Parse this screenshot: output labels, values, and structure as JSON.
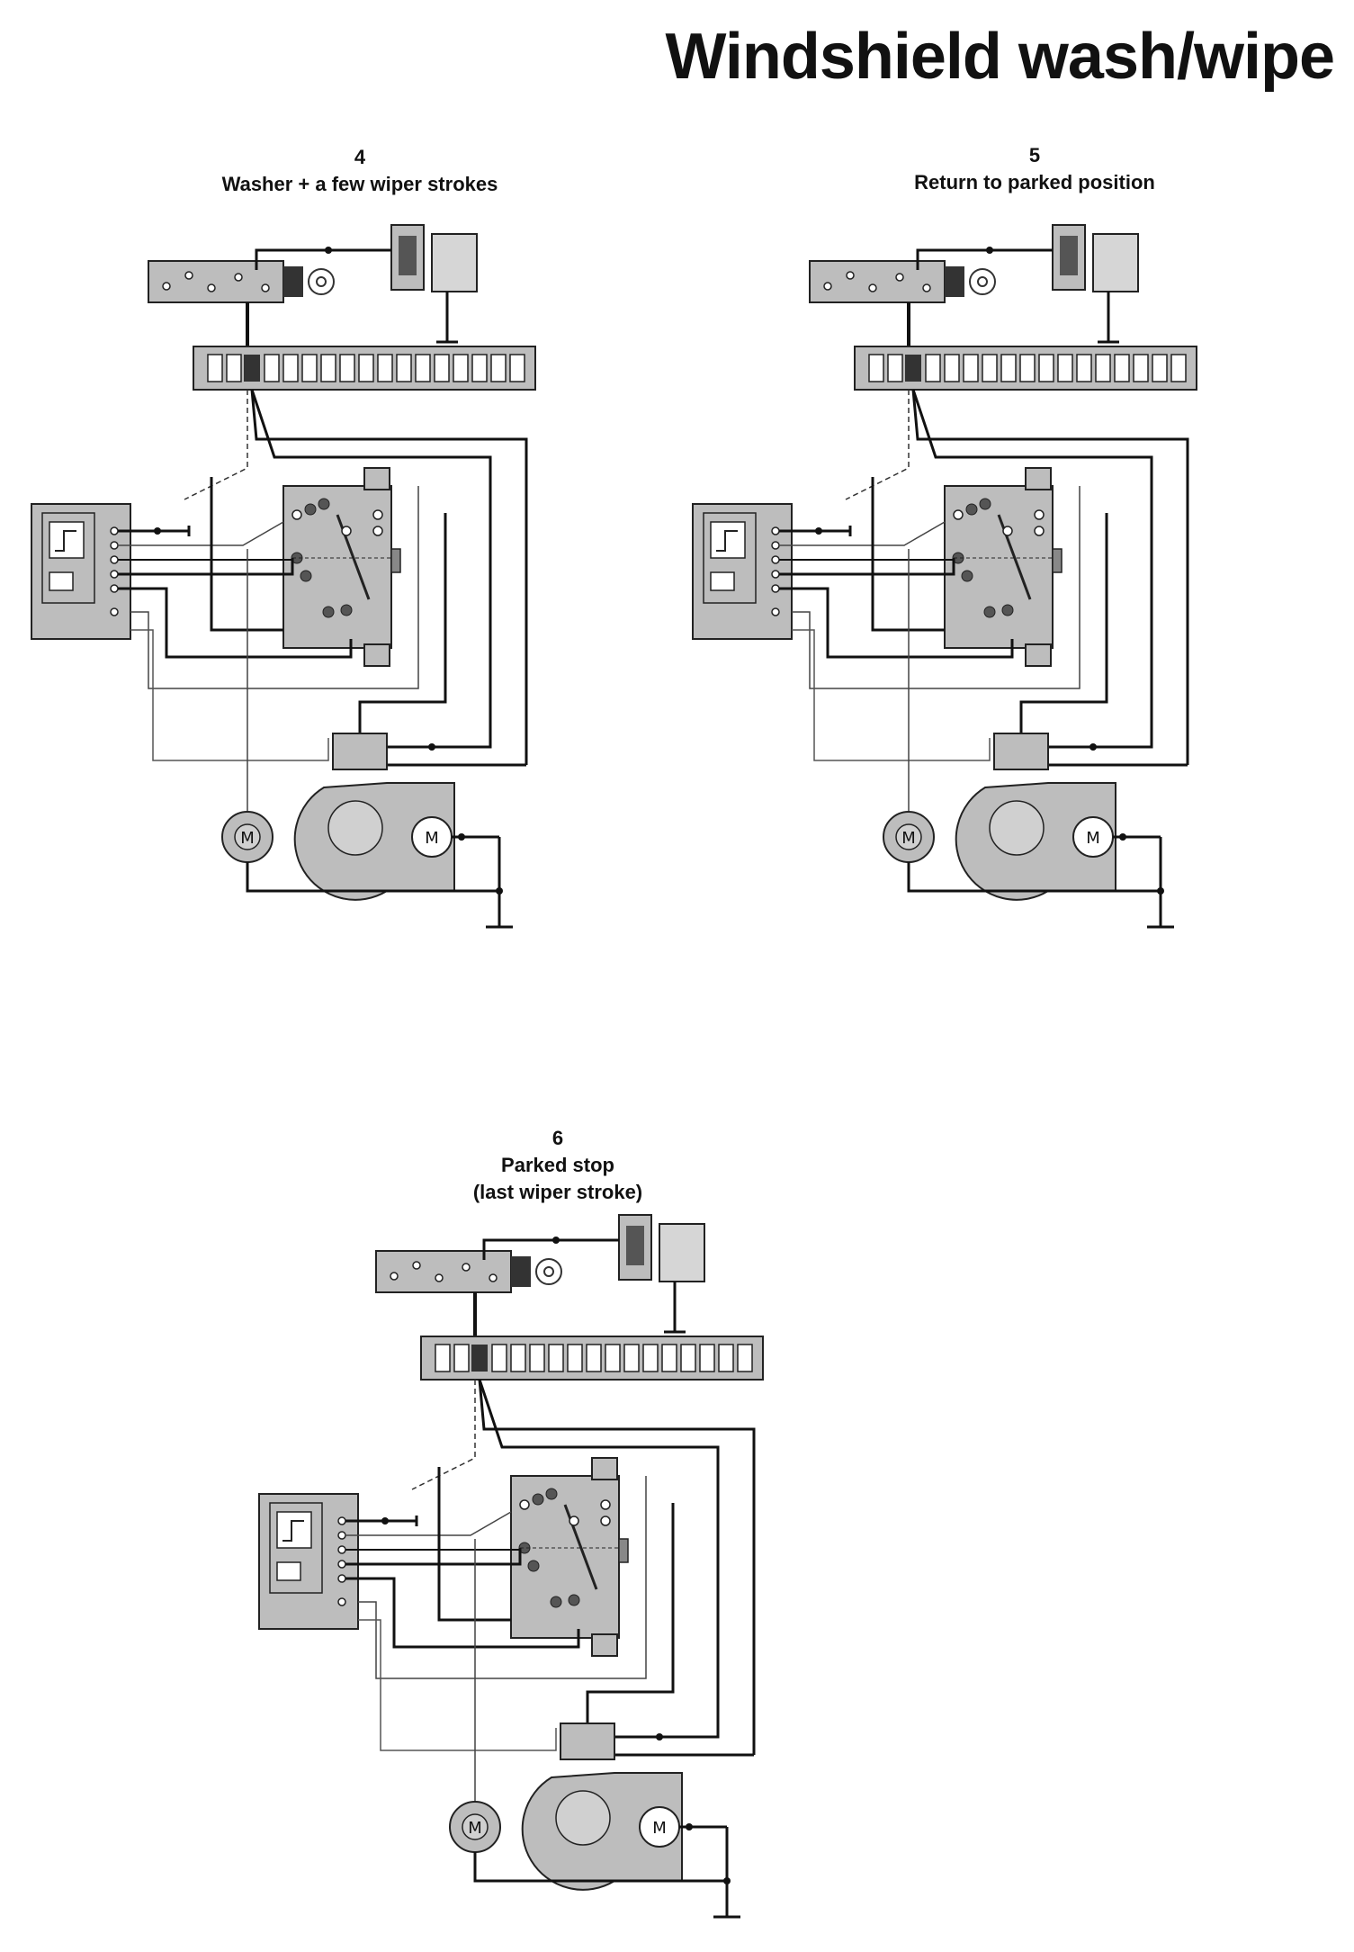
{
  "page": {
    "title": "Windshield wash/wipe"
  },
  "diagrams": [
    {
      "number": "4",
      "caption": "Washer + a few wiper strokes"
    },
    {
      "number": "5",
      "caption": "Return to parked position"
    },
    {
      "number": "6",
      "caption": "Parked stop",
      "caption2": "(last wiper stroke)"
    }
  ],
  "motor_symbol": "M",
  "colors": {
    "component_fill": "#bdbdbd",
    "wire": "#111111",
    "ground_wire": "#666666"
  }
}
